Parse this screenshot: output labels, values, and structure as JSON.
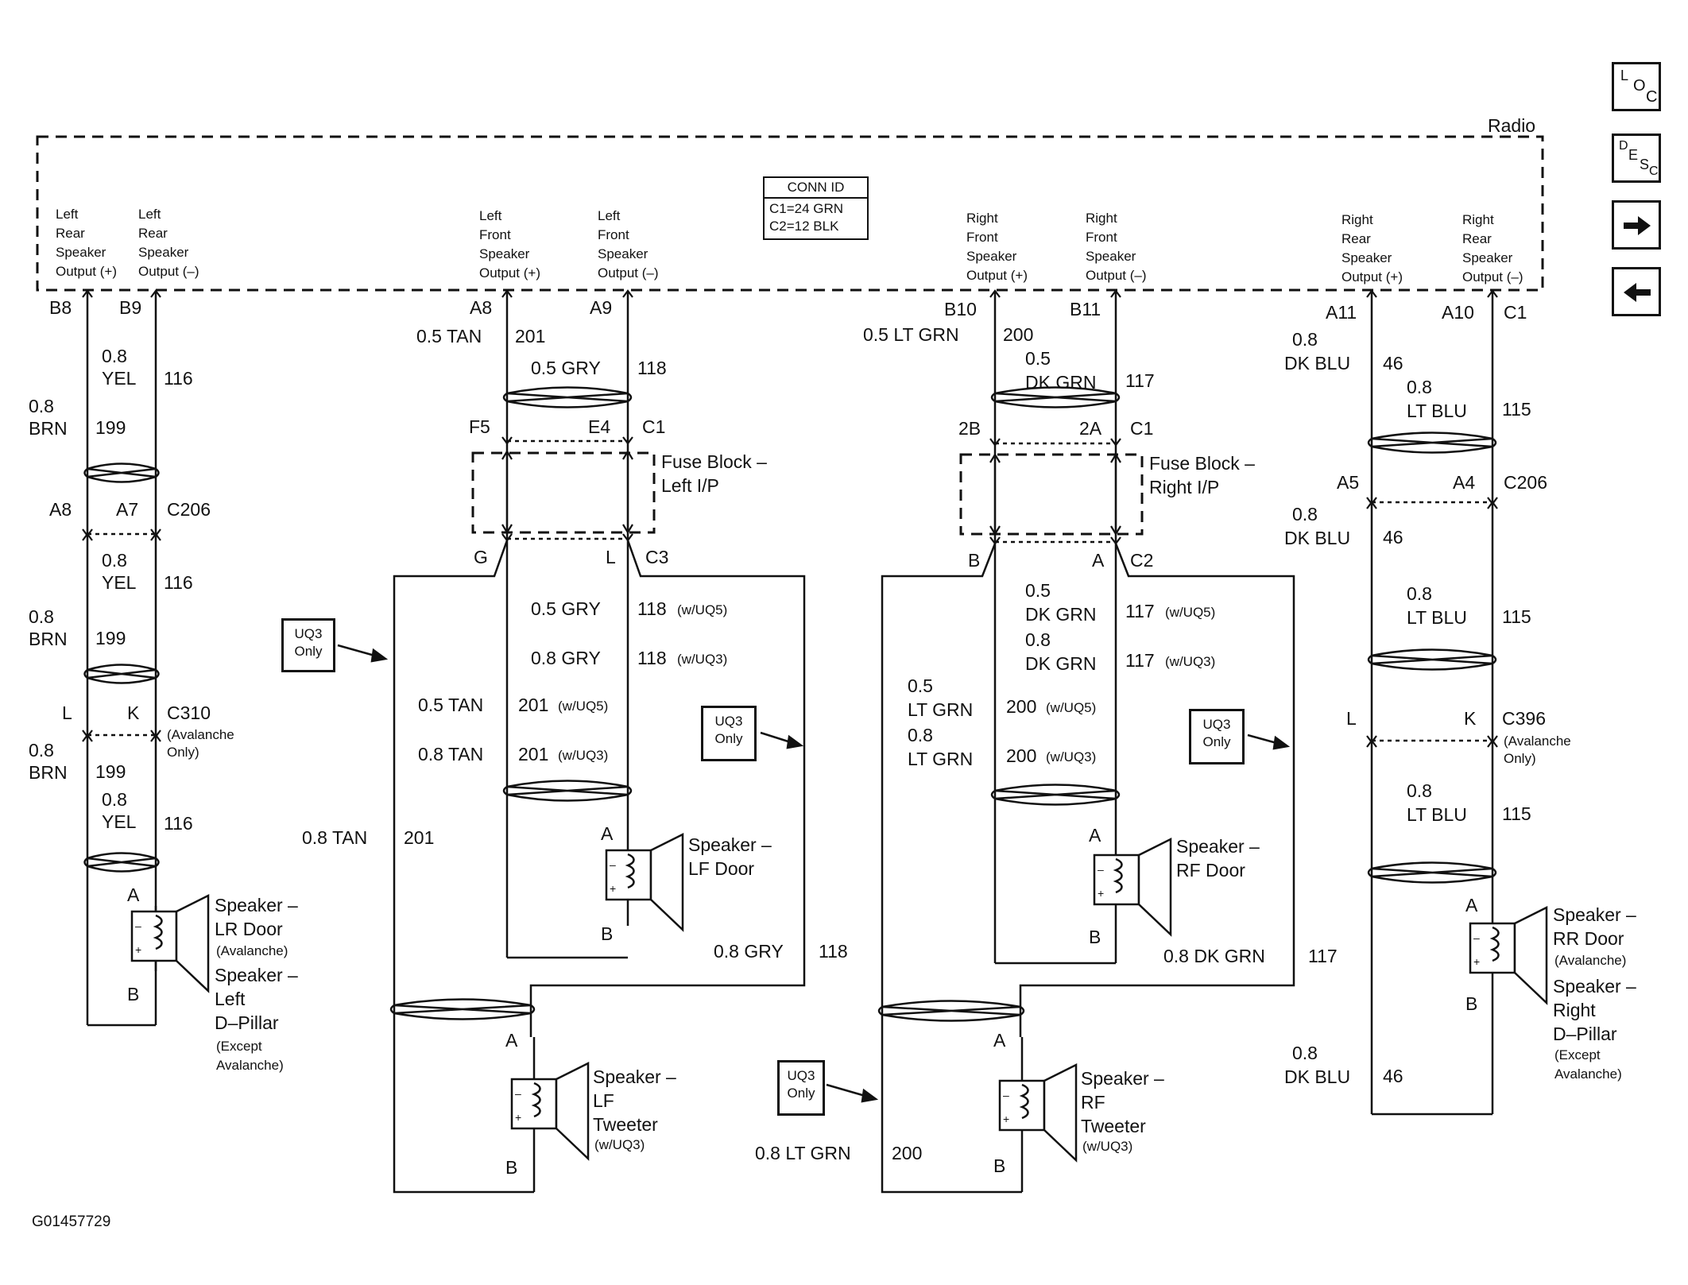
{
  "radio": {
    "label": "Radio"
  },
  "conn_id": {
    "title": "CONN ID",
    "c1": "C1=24 GRN",
    "c2": "C2=12 BLK"
  },
  "outputs": {
    "left_rear_pos": [
      "Left",
      "Rear",
      "Speaker",
      "Output (+)"
    ],
    "left_rear_neg": [
      "Left",
      "Rear",
      "Speaker",
      "Output (–)"
    ],
    "left_front_pos": [
      "Left",
      "Front",
      "Speaker",
      "Output (+)"
    ],
    "left_front_neg": [
      "Left",
      "Front",
      "Speaker",
      "Output (–)"
    ],
    "right_front_pos": [
      "Right",
      "Front",
      "Speaker",
      "Output (+)"
    ],
    "right_front_neg": [
      "Right",
      "Front",
      "Speaker",
      "Output (–)"
    ],
    "right_rear_pos": [
      "Right",
      "Rear",
      "Speaker",
      "Output (+)"
    ],
    "right_rear_neg": [
      "Right",
      "Rear",
      "Speaker",
      "Output (–)"
    ]
  },
  "pins": {
    "b8": "B8",
    "b9": "B9",
    "a8": "A8",
    "a9": "A9",
    "b10": "B10",
    "b11": "B11",
    "a11": "A11",
    "a10": "A10",
    "c1": "C1",
    "f5": "F5",
    "e4": "E4",
    "c1b": "C1",
    "p2b": "2B",
    "p2a": "2A",
    "c1c": "C1",
    "a8b": "A8",
    "a7": "A7",
    "c206": "C206",
    "a5": "A5",
    "a4": "A4",
    "c206b": "C206",
    "g": "G",
    "l": "L",
    "c3": "C3",
    "b": "B",
    "a": "A",
    "c2": "C2",
    "l2": "L",
    "k": "K",
    "c310": "C310",
    "l3": "L",
    "k2": "K",
    "c396": "C396"
  },
  "wires": {
    "yel1": [
      "0.8",
      "YEL"
    ],
    "n116a": "116",
    "brn1": [
      "0.8",
      "BRN"
    ],
    "n199a": "199",
    "yel2": [
      "0.8",
      "YEL"
    ],
    "n116b": "116",
    "brn2": [
      "0.8",
      "BRN"
    ],
    "n199b": "199",
    "brn3": [
      "0.8",
      "BRN"
    ],
    "n199c": "199",
    "yel3": [
      "0.8",
      "YEL"
    ],
    "n116c": "116",
    "tan05": "0.5 TAN",
    "n201": "201",
    "gry05": "0.5 GRY",
    "n118": "118",
    "ltgrn05": "0.5 LT GRN",
    "n200": "200",
    "dkgrn05": [
      "0.5",
      "DK GRN"
    ],
    "n117": "117",
    "dkblu1": [
      "0.8",
      "DK BLU"
    ],
    "n46a": "46",
    "ltblu1": [
      "0.8",
      "LT BLU"
    ],
    "n115a": "115",
    "dkblu2": [
      "0.8",
      "DK BLU"
    ],
    "n46b": "46",
    "ltblu2": [
      "0.8",
      "LT BLU"
    ],
    "n115b": "115",
    "ltblu3": [
      "0.8",
      "LT BLU"
    ],
    "n115c": "115",
    "dkblu3": [
      "0.8",
      "DK BLU"
    ],
    "n46c": "46",
    "lf_gry05": "0.5 GRY",
    "lf_118_uq5": "118",
    "uq5a": "(w/UQ5)",
    "lf_gry08": "0.8 GRY",
    "lf_118_uq3": "118",
    "uq3a": "(w/UQ3)",
    "lf_tan05": "0.5 TAN",
    "lf_201_uq5": "201",
    "uq5b": "(w/UQ5)",
    "lf_tan08": "0.8 TAN",
    "lf_201_uq3": "201",
    "uq3b": "(w/UQ3)",
    "lf_tan_tw": "0.8 TAN",
    "lf_201_tw": "201",
    "lf_gry_tw": "0.8 GRY",
    "lf_118_tw": "118",
    "rf_dkgrn05": [
      "0.5",
      "DK GRN"
    ],
    "rf_117_uq5": "117",
    "uq5c": "(w/UQ5)",
    "rf_dkgrn08": [
      "0.8",
      "DK GRN"
    ],
    "rf_117_uq3": "117",
    "uq3c": "(w/UQ3)",
    "rf_ltgrn05": [
      "0.5",
      "LT GRN"
    ],
    "rf_200_uq5": "200",
    "uq5d": "(w/UQ5)",
    "rf_ltgrn08": [
      "0.8",
      "LT GRN"
    ],
    "rf_200_uq3": "200",
    "uq3d": "(w/UQ3)",
    "rf_dkgrn_tw": "0.8 DK GRN",
    "rf_117_tw": "117",
    "rf_ltgrn_tw": "0.8 LT GRN",
    "rf_200_tw": "200"
  },
  "components": {
    "fuse_left": [
      "Fuse Block –",
      "Left I/P"
    ],
    "fuse_right": [
      "Fuse Block –",
      "Right I/P"
    ],
    "lr_door": [
      "Speaker –",
      "LR Door"
    ],
    "lr_note": "(Avalanche)",
    "left_pillar": [
      "Speaker –",
      "Left",
      "D–Pillar"
    ],
    "left_pillar_note": [
      "(Except",
      "Avalanche)"
    ],
    "lf_door": [
      "Speaker –",
      "LF Door"
    ],
    "rf_door": [
      "Speaker –",
      "RF Door"
    ],
    "lf_tweeter": [
      "Speaker –",
      "LF",
      "Tweeter"
    ],
    "lf_tweeter_note": "(w/UQ3)",
    "rf_tweeter": [
      "Speaker –",
      "RF",
      "Tweeter"
    ],
    "rf_tweeter_note": "(w/UQ3)",
    "rr_door": [
      "Speaker –",
      "RR Door"
    ],
    "rr_note": "(Avalanche)",
    "right_pillar": [
      "Speaker –",
      "Right",
      "D–Pillar"
    ],
    "right_pillar_note": [
      "(Except",
      "Avalanche)"
    ],
    "c310_note": [
      "(Avalanche",
      "Only)"
    ],
    "c396_note": [
      "(Avalanche",
      "Only)"
    ]
  },
  "notes": {
    "uq3_only": [
      "UQ3",
      "Only"
    ]
  },
  "side_nav": {
    "loc": [
      "L",
      "O",
      "C"
    ],
    "desc": [
      "D",
      "E",
      "S",
      "C"
    ]
  },
  "footer": {
    "figure_id": "G01457729"
  }
}
